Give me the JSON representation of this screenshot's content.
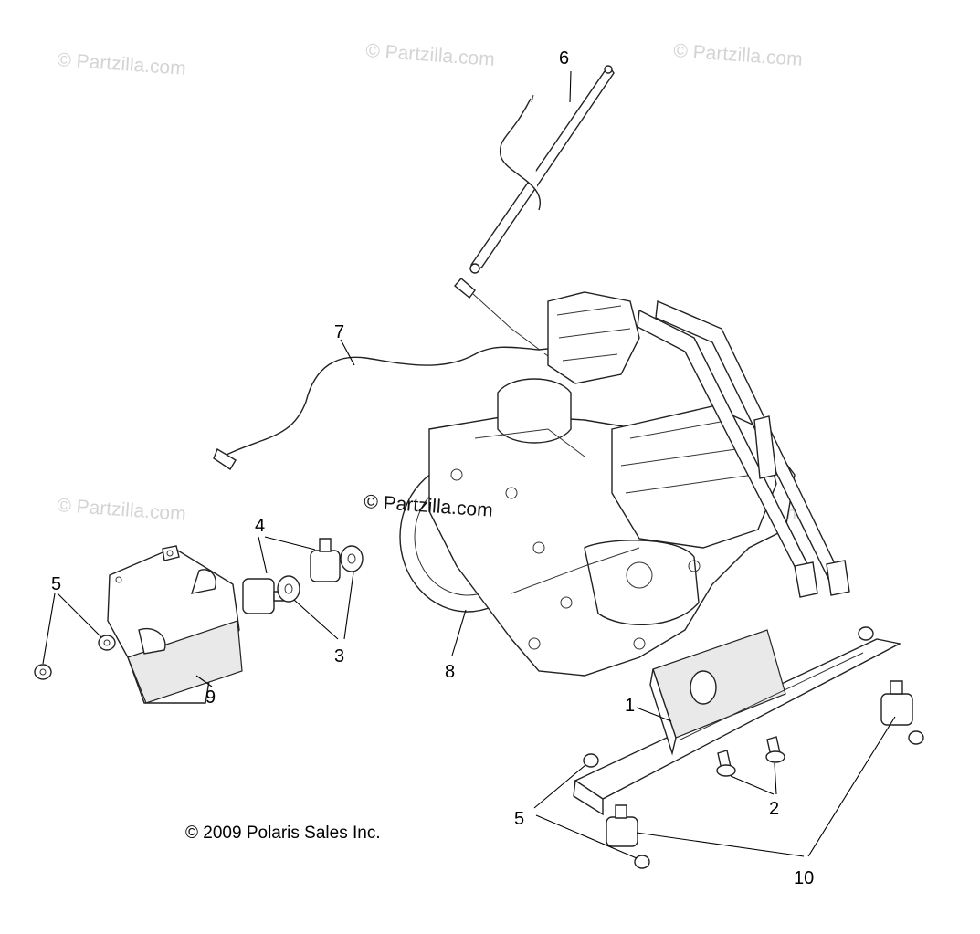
{
  "watermarks": {
    "text": "© Partzilla.com",
    "center_text": "© Partzilla.com"
  },
  "copyright": "© 2009 Polaris Sales Inc.",
  "callouts": {
    "c1": "1",
    "c2": "2",
    "c3": "3",
    "c4": "4",
    "c5_left": "5",
    "c5_bottom": "5",
    "c6": "6",
    "c7": "7",
    "c8": "8",
    "c9": "9",
    "c10": "10"
  },
  "parts": {
    "engine": "engine-assembly",
    "ground_cable": "ground-cable",
    "spark_plug_wire": "spark-plug-wire",
    "mount_bracket_left": "left-mount-bracket",
    "mount_bracket_bottom": "bottom-mount-plate",
    "isolators": "rubber-isolators",
    "washers": "washers",
    "nuts": "nuts",
    "bolts": "bolts"
  }
}
